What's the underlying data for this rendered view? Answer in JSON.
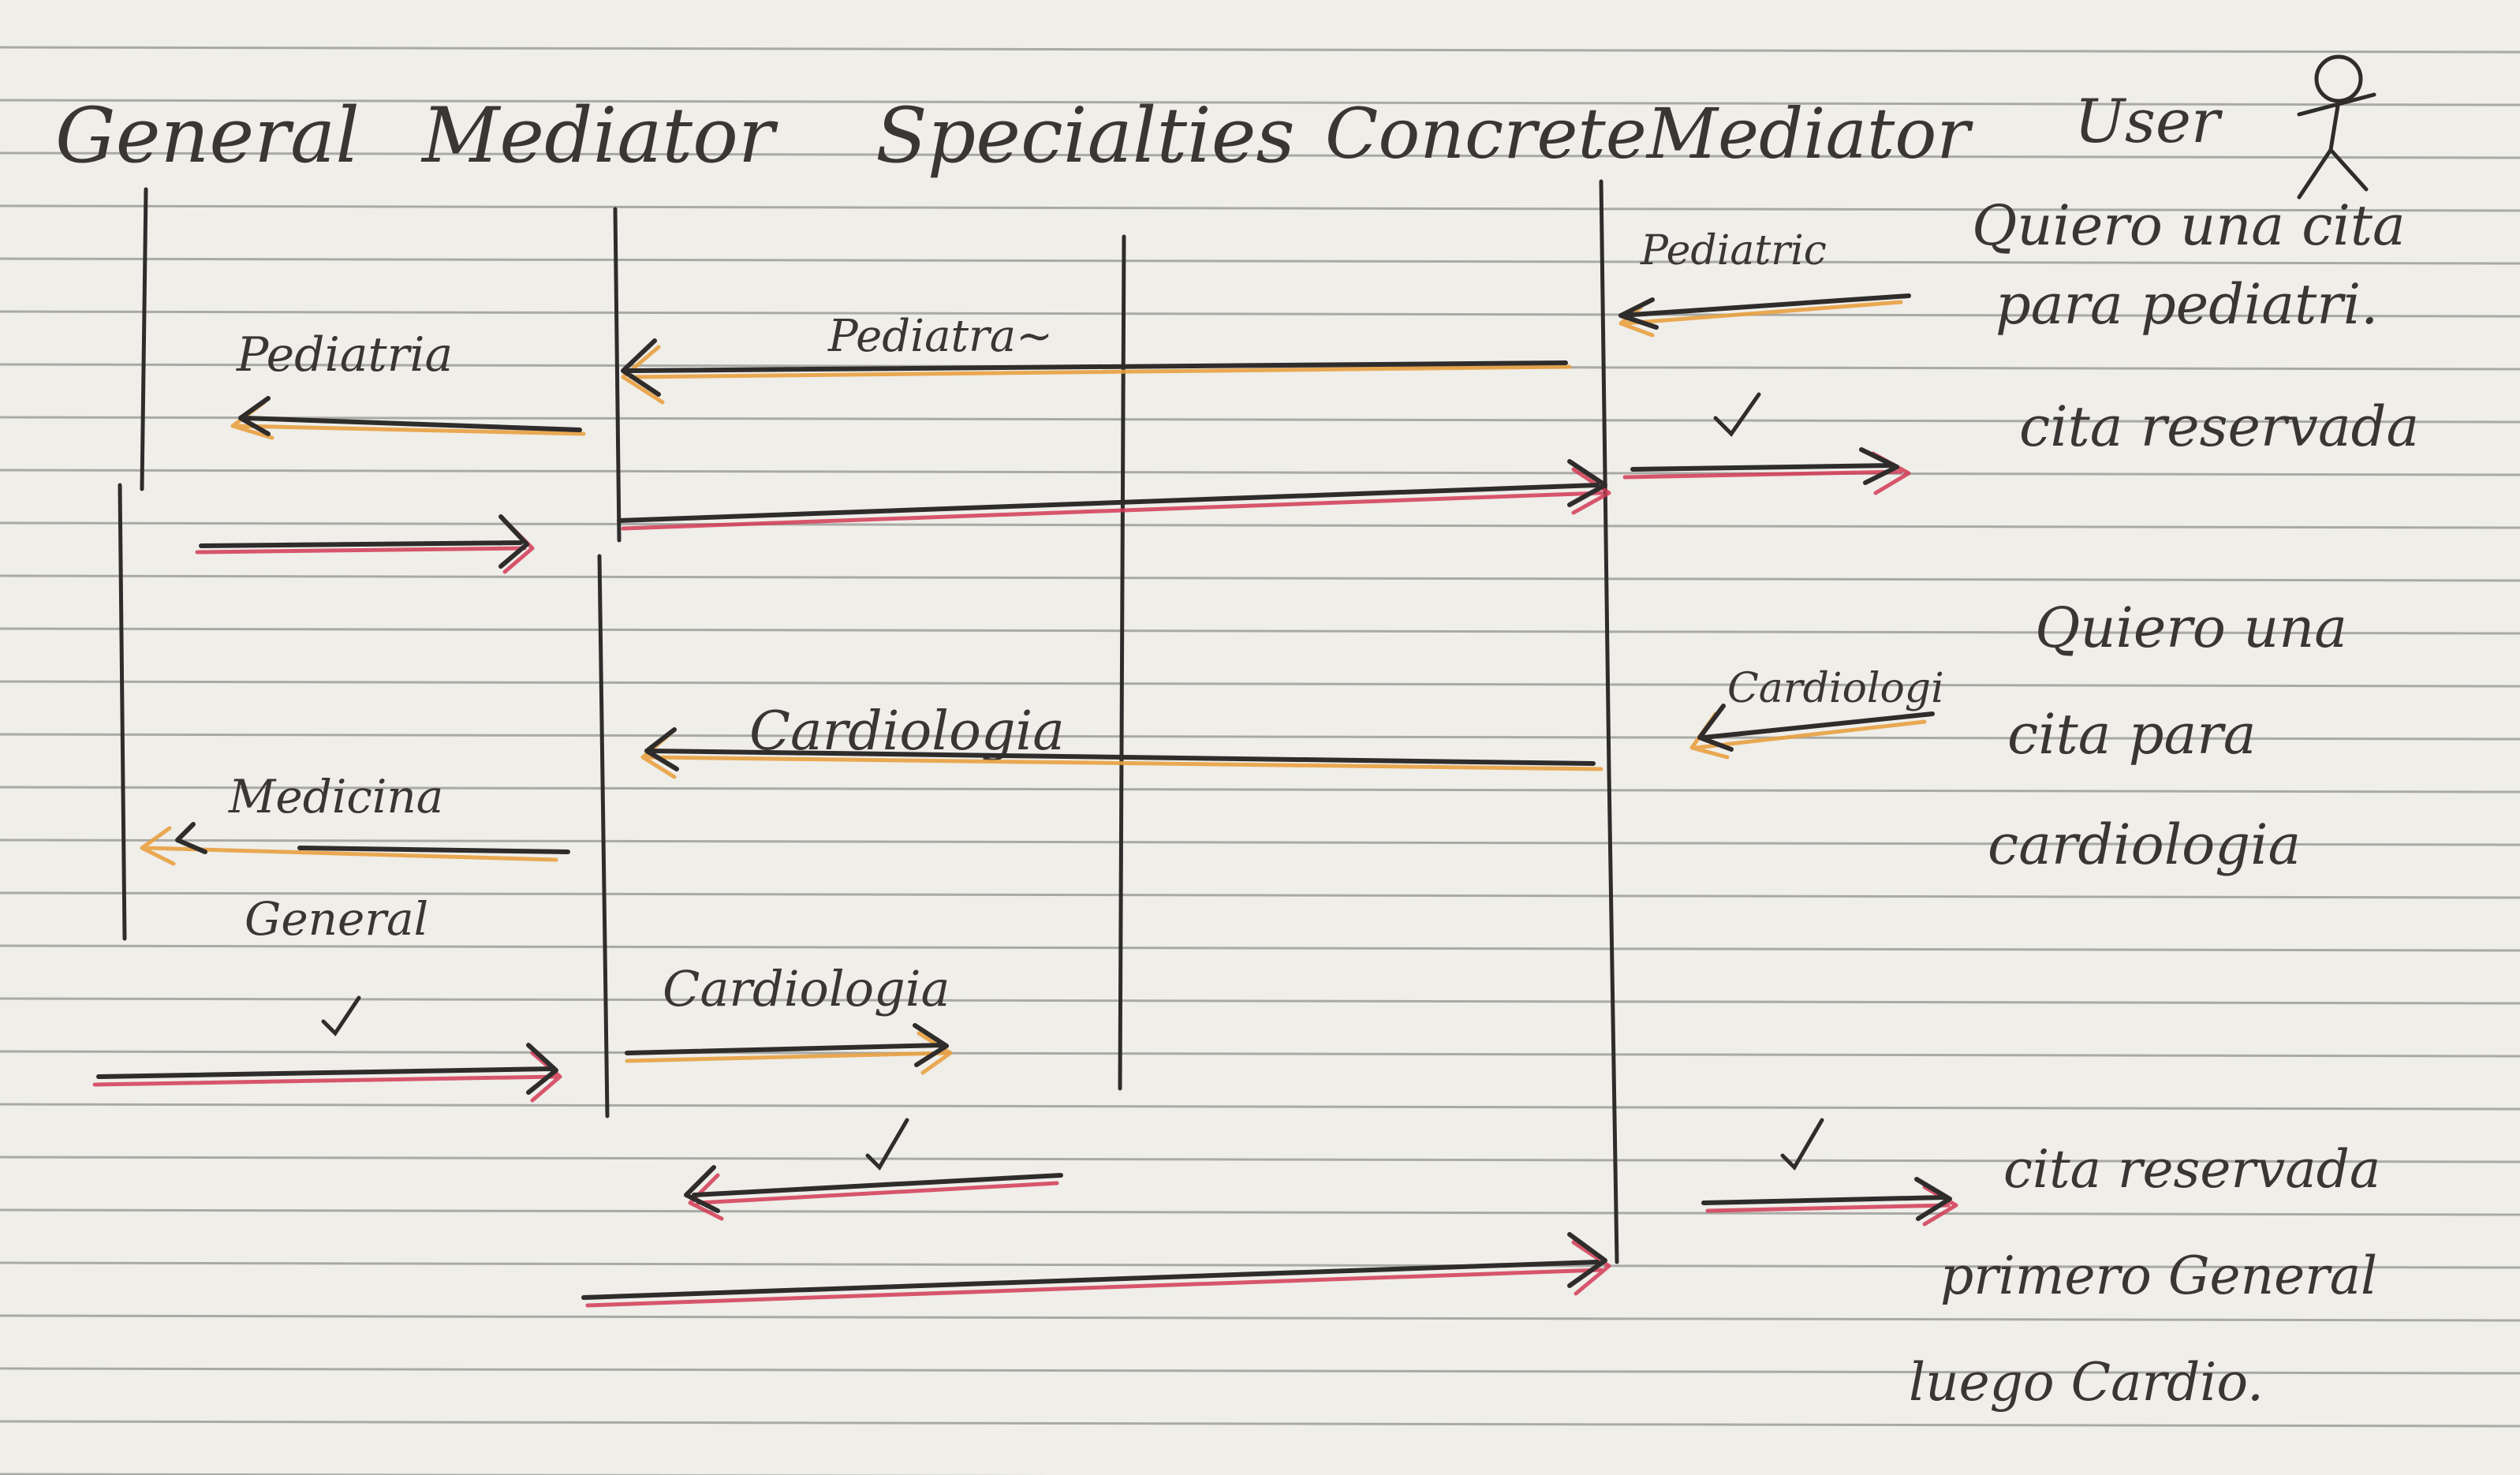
{
  "header": {
    "general": "General",
    "mediator": "Mediator",
    "specialties": "Specialties",
    "concrete_mediator": "ConcreteMediator",
    "user": "User"
  },
  "messages": {
    "pediatric_request_user": "Pediatric",
    "pediatria_mediator": "Pediatra~",
    "pediatria_general": "Pediatria",
    "cita_reservada_1": "cita reservada",
    "cardiologia_request_user": "Cardiologi",
    "cardiologia_mediator": "Cardiologia",
    "medicina_general_1": "Medicina",
    "medicina_general_2": "General",
    "cardiologia_specialties": "Cardiologia",
    "cita_reservada_2": "cita reservada",
    "note_primero": "primero General",
    "note_luego": "luego Cardio."
  },
  "user_notes": {
    "quiero_pediatria_1": "Quiero una cita",
    "quiero_pediatria_2": "para pediatri.",
    "quiero_cardiologia_1": "Quiero una",
    "quiero_cardiologia_2": "cita para",
    "quiero_cardiologia_3": "cardiologia"
  },
  "colors": {
    "ink": "#2f2c2c",
    "red_pencil": "#d23a55",
    "orange_pencil": "#e8a040",
    "paper": "#efeee9",
    "rule_line": "#a9aaa6"
  }
}
